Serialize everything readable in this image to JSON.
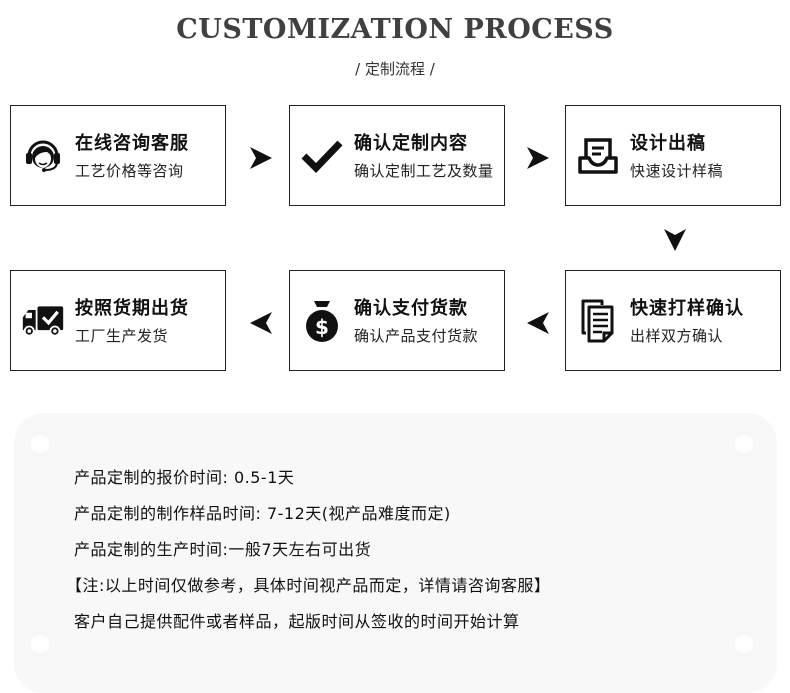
{
  "header": {
    "title": "CUSTOMIZATION PROCESS",
    "subtitle": "/ 定制流程 /"
  },
  "steps": [
    {
      "icon": "headset-icon",
      "title": "在线咨询客服",
      "subtitle": "工艺价格等咨询"
    },
    {
      "icon": "checkmark-icon",
      "title": "确认定制内容",
      "subtitle": "确认定制工艺及数量"
    },
    {
      "icon": "inbox-tray-icon",
      "title": "设计出稿",
      "subtitle": "快速设计样稿"
    },
    {
      "icon": "documents-icon",
      "title": "快速打样确认",
      "subtitle": "出样双方确认"
    },
    {
      "icon": "money-bag-icon",
      "title": "确认支付货款",
      "subtitle": "确认产品支付货款"
    },
    {
      "icon": "delivery-truck-icon",
      "title": "按照货期出货",
      "subtitle": "工厂生产发货"
    }
  ],
  "notes": [
    "产品定制的报价时间: 0.5-1天",
    "产品定制的制作样品时间: 7-12天(视产品难度而定)",
    "产品定制的生产时间:一般7天左右可出货",
    "【注:以上时间仅做参考，具体时间视产品而定，详情请咨询客服】",
    "客户自己提供配件或者样品，起版时间从签收的时间开始计算"
  ],
  "colors": {
    "border": "#222222",
    "title": "#404040",
    "panel_bg": "#f8f8f8",
    "icon": "#111111"
  }
}
